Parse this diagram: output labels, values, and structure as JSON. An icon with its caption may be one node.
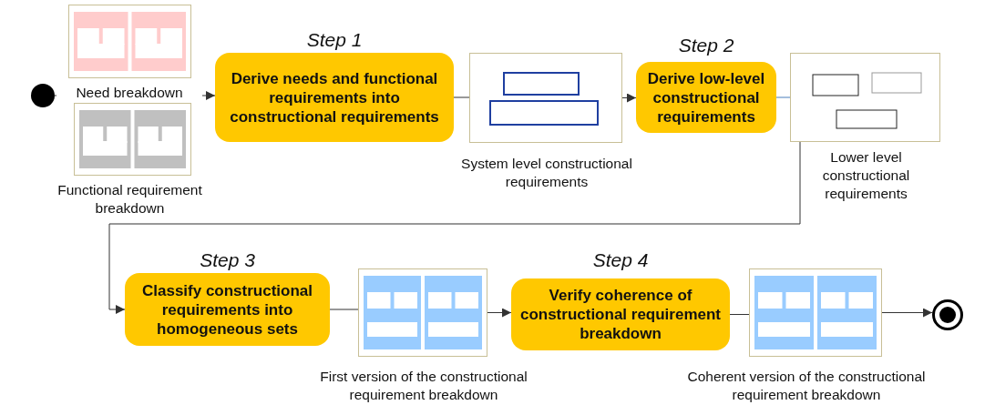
{
  "diagram": {
    "nodes": [
      {
        "text": [],
        "shape": "circle"
      },
      {
        "text": [],
        "shape": "picture",
        "beside": [
          "Need breakdown"
        ]
      },
      {
        "text": [],
        "shape": "picture",
        "beside": [
          "Functional requirement breakdown"
        ]
      },
      {
        "text": [
          "Step 1",
          "Derive needs and functional requirements into constructional requirements"
        ]
      },
      {
        "text": [],
        "shape": "picture",
        "beside": [
          "System level constructional requirements"
        ]
      },
      {
        "text": [
          "Step 2",
          "Derive low-level constructional requirements"
        ]
      },
      {
        "text": [],
        "shape": "picture",
        "beside": [
          "Lower level constructional requirements"
        ]
      },
      {
        "text": [
          "Step 3",
          "Classify constructional requirements into homogeneous sets"
        ]
      },
      {
        "text": [],
        "shape": "picture",
        "beside": [
          "First version of the constructional requirement breakdown"
        ]
      },
      {
        "text": [
          "Step 4",
          "Verify coherence of constructional requirement breakdown"
        ]
      },
      {
        "text": [],
        "shape": "picture",
        "beside": [
          "Coherent version of the constructional requirement breakdown"
        ]
      },
      {
        "text": [],
        "shape": "circle"
      }
    ],
    "edges": [
      {
        "from": 0,
        "to": 3,
        "arrow": "to"
      },
      {
        "from": 3,
        "to": 4,
        "arrow": "none"
      },
      {
        "from": 4,
        "to": 5,
        "arrow": "to"
      },
      {
        "from": 5,
        "to": 6,
        "arrow": "none",
        "color": "#4a7ebb"
      },
      {
        "from": 6,
        "to": 7,
        "arrow": "to"
      },
      {
        "from": 7,
        "to": 8,
        "arrow": "none"
      },
      {
        "from": 8,
        "to": 9,
        "arrow": "to"
      },
      {
        "from": 9,
        "to": 10,
        "arrow": "none"
      },
      {
        "from": 10,
        "to": 11,
        "arrow": "to"
      }
    ]
  }
}
